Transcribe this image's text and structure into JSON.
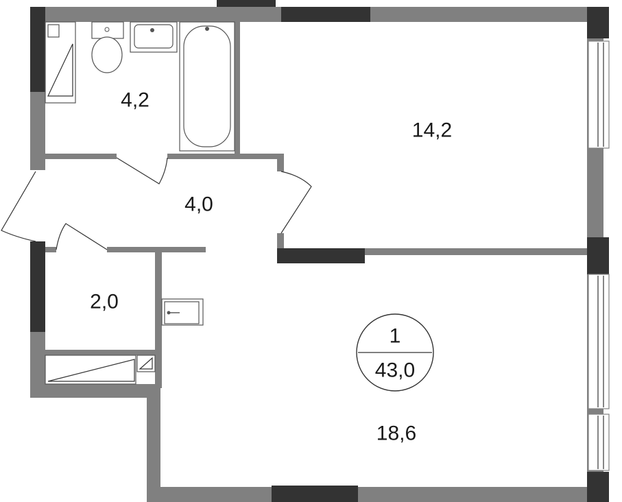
{
  "rooms": [
    {
      "id": "bathroom",
      "area": "4,2"
    },
    {
      "id": "room-large",
      "area": "14,2"
    },
    {
      "id": "hall",
      "area": "4,0"
    },
    {
      "id": "storage",
      "area": "2,0"
    },
    {
      "id": "kitchen-living",
      "area": "18,6"
    }
  ],
  "apartment": {
    "rooms_count": "1",
    "total_area": "43,0"
  },
  "colors": {
    "wall": "#808080",
    "wall_dark": "#333333",
    "background": "#ffffff"
  }
}
